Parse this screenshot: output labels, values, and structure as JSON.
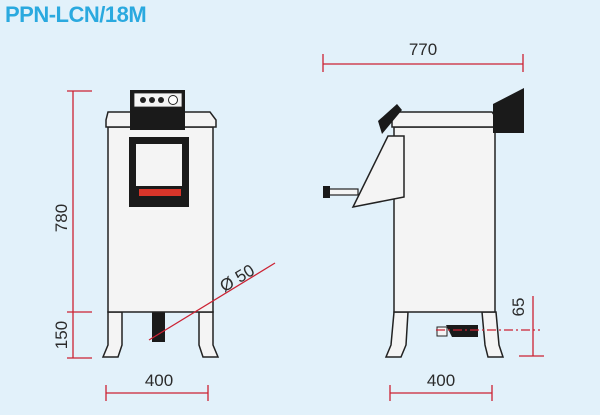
{
  "title": "PPN-LCN/18M",
  "colors": {
    "background": "#e2f1fa",
    "title": "#2aa9df",
    "dimension_line": "#cc2233",
    "body": "#f4f4f4",
    "outline": "#222222",
    "dark_part": "#1a1a1a",
    "red_bar": "#d8352a"
  },
  "dimensions": {
    "front_height": "780",
    "front_leg_height": "150",
    "front_width": "400",
    "outlet_diameter": "Ø 50",
    "side_length": "770",
    "side_width": "400",
    "side_outlet_height": "65"
  }
}
